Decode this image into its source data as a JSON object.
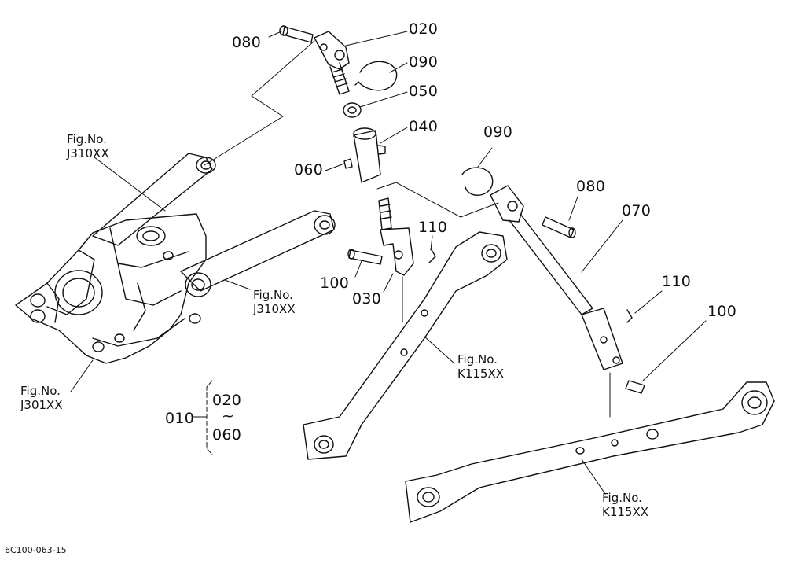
{
  "callouts": {
    "p080a": "080",
    "p020": "020",
    "p090a": "090",
    "p050": "050",
    "p040": "040",
    "p060": "060",
    "p090b": "090",
    "p080b": "080",
    "p070": "070",
    "p110a": "110",
    "p110b": "110",
    "p100a": "100",
    "p030": "030",
    "p100b": "100",
    "p010": "010",
    "p020g": "020",
    "range_sep": "~",
    "p060g": "060"
  },
  "figure_refs": {
    "fig_label": "Fig.No.",
    "j310_top": "J310XX",
    "j310_mid": "J310XX",
    "j301": "J301XX",
    "k115_a": "K115XX",
    "k115_b": "K115XX"
  },
  "footer_code": "6C100-063-15"
}
